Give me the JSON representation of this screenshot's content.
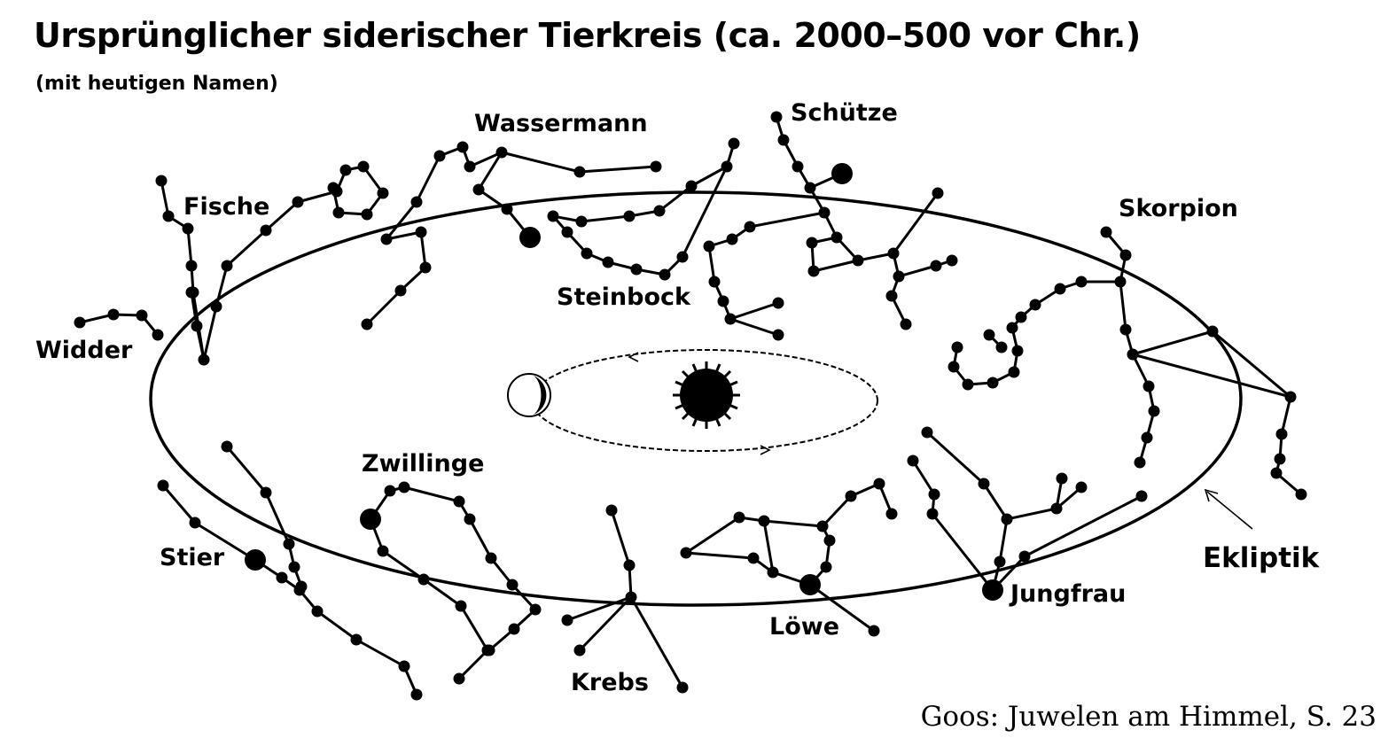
{
  "title": "Ursprünglicher siderischer Tierkreis (ca. 2000–500 vor Chr.)",
  "subtitle": "(mit heutigen Namen)",
  "labels": {
    "widder": "Widder",
    "fische": "Fische",
    "wassermann": "Wassermann",
    "schuetze": "Schütze",
    "skorpion": "Skorpion",
    "steinbock": "Steinbock",
    "zwillinge": "Zwillinge",
    "stier": "Stier",
    "krebs": "Krebs",
    "loewe": "Löwe",
    "jungfrau": "Jungfrau",
    "ekliptik": "Ekliptik"
  },
  "source": "Goos: Juwelen am Himmel, S. 23",
  "colors": {
    "ink": "#000000",
    "background": "#ffffff"
  }
}
